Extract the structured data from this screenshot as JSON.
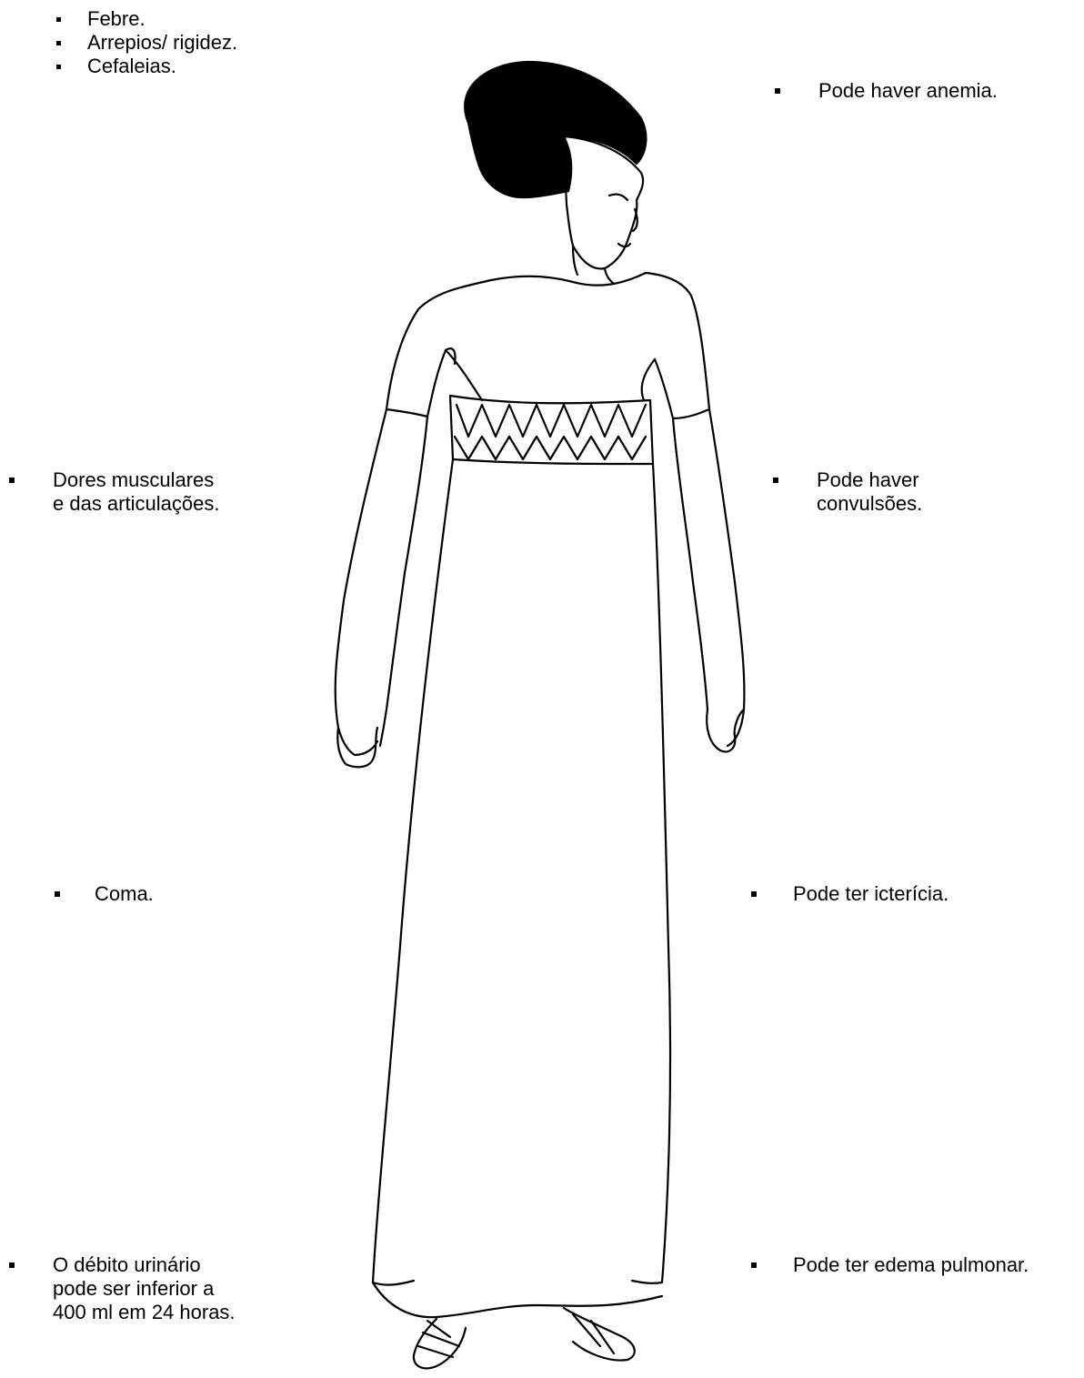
{
  "labels": {
    "febre": "Febre.",
    "arrepios": "Arrepios/ rigidez.",
    "cefaleias": "Cefaleias.",
    "anemia": "Pode haver anemia.",
    "dores": "Dores musculares\ne das articulações.",
    "convulsoes": "Pode haver\nconvulsões.",
    "coma": "Coma.",
    "ictericia": "Pode ter icterícia.",
    "debito": "O débito urinário\npode ser inferior a\n400 ml em 24 horas.",
    "edema": "Pode ter edema pulmonar."
  }
}
